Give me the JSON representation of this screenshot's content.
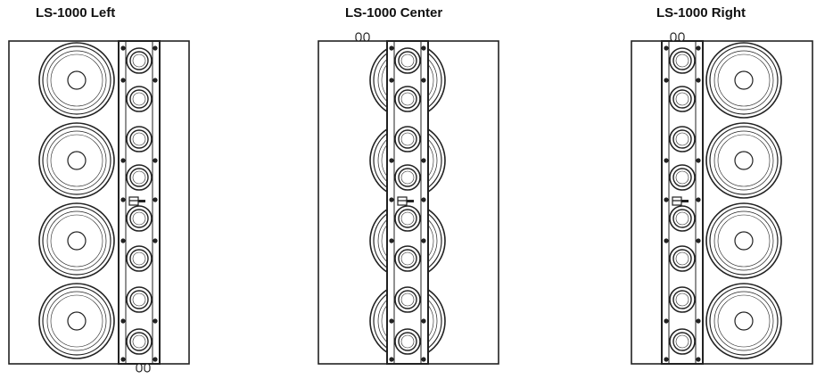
{
  "speakers": [
    {
      "id": "left",
      "title": "LS-1000 Left",
      "woofer_side": "left",
      "woofer_count": 4,
      "tweeter_count": 8,
      "terminal": "bottom"
    },
    {
      "id": "center",
      "title": "LS-1000 Center",
      "woofer_side": "behind",
      "woofer_count": 4,
      "tweeter_count": 8,
      "terminal": "top"
    },
    {
      "id": "right",
      "title": "LS-1000 Right",
      "woofer_side": "right",
      "woofer_count": 4,
      "tweeter_count": 8,
      "terminal": "top"
    }
  ],
  "colors": {
    "stroke": "#222222",
    "fill": "#ffffff",
    "title": "#111111"
  }
}
